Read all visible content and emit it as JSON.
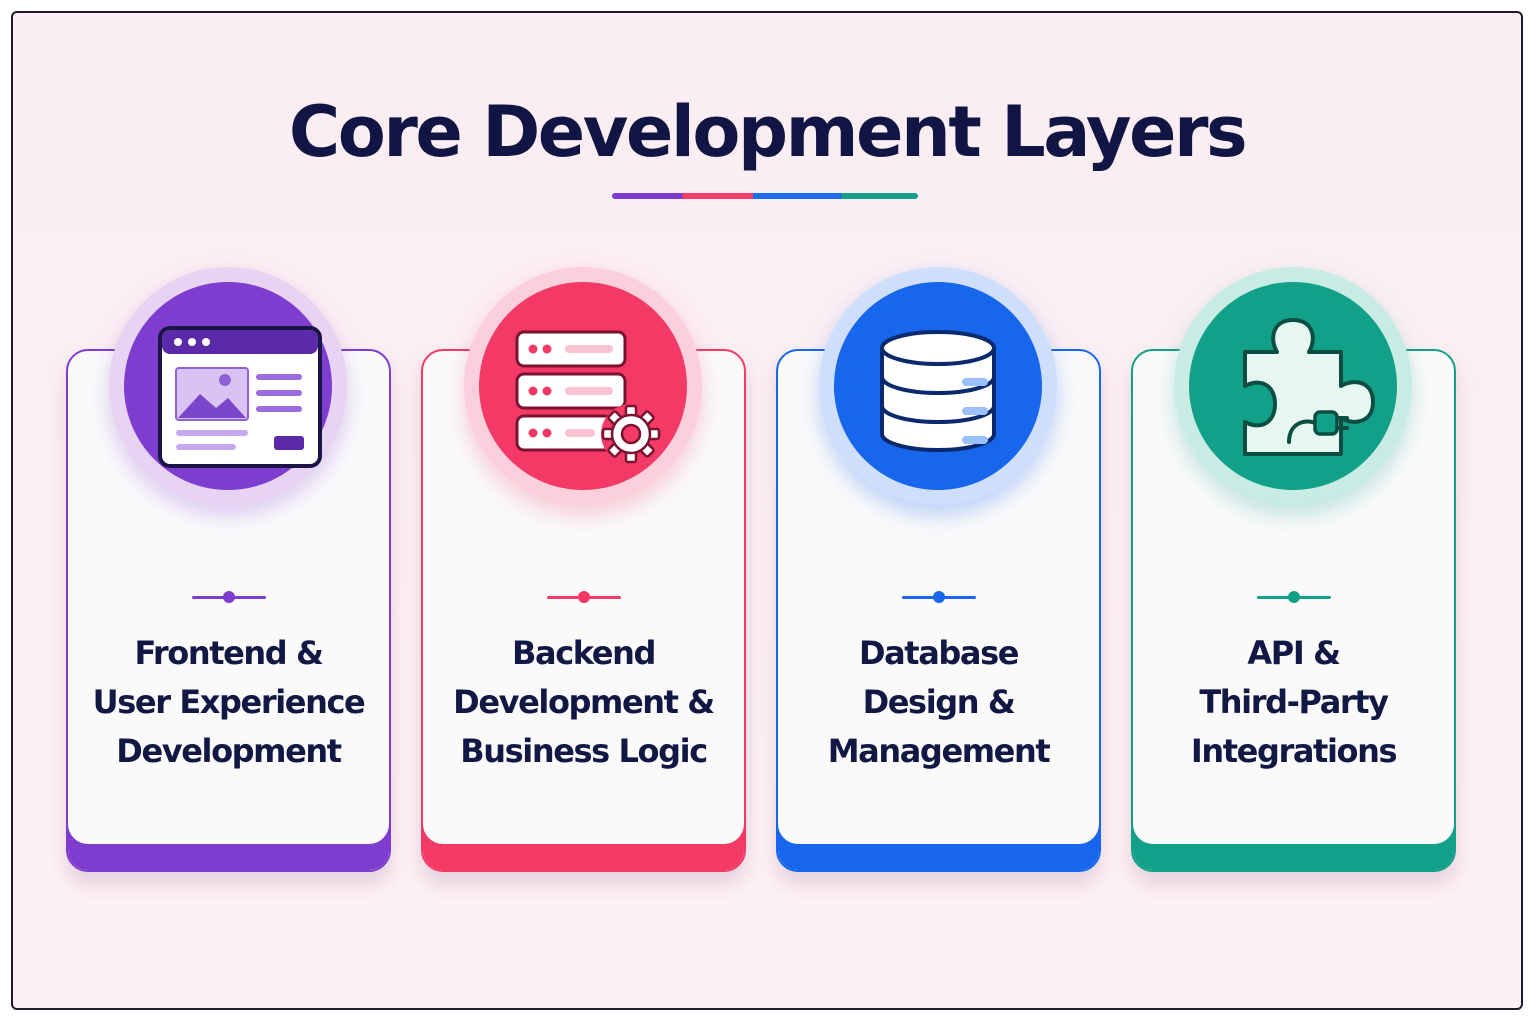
{
  "title": "Core Development Layers",
  "colors": {
    "purple": "#7f3dd0",
    "red": "#f33a67",
    "blue": "#1766ec",
    "teal": "#13a088",
    "navy_text": "#121744",
    "background": "#fcf0f4"
  },
  "layers": [
    {
      "icon": "web-page-layout-icon",
      "lines": [
        "Frontend &",
        "User Experience",
        "Development"
      ]
    },
    {
      "icon": "server-gear-icon",
      "lines": [
        "Backend",
        "Development &",
        "Business Logic"
      ]
    },
    {
      "icon": "database-icon",
      "lines": [
        "Database",
        "Design &",
        "Management"
      ]
    },
    {
      "icon": "puzzle-plug-icon",
      "lines": [
        "API &",
        "Third-Party",
        "Integrations"
      ]
    }
  ]
}
